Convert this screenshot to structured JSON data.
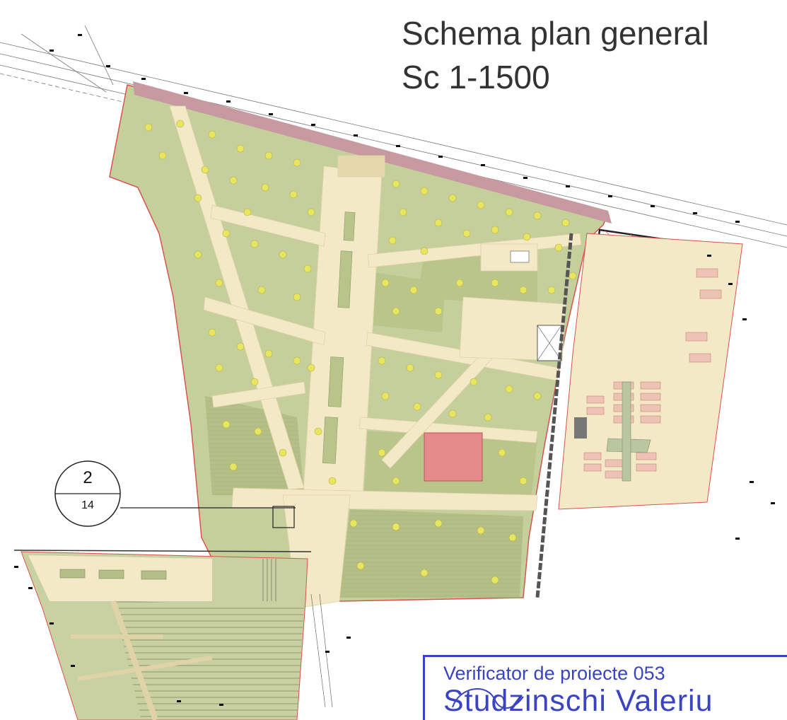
{
  "title": {
    "line1": "Schema plan general",
    "line2": "Sc 1-1500"
  },
  "section_callout": {
    "top": "2",
    "bottom": "14"
  },
  "stamp": {
    "line1": "Verificator de proiecte 053",
    "line2": "Studzinschi Valeriu"
  },
  "colors": {
    "lawn": "#c5cf9c",
    "lawn_dark": "#b3bf86",
    "path": "#f3e9c6",
    "boundary_red": "#d9534f",
    "street_band": "#c79aa1",
    "playground": "#e58a8a",
    "tree": "#e8e560",
    "stamp_blue": "#3a44c0",
    "outline": "#222222"
  }
}
